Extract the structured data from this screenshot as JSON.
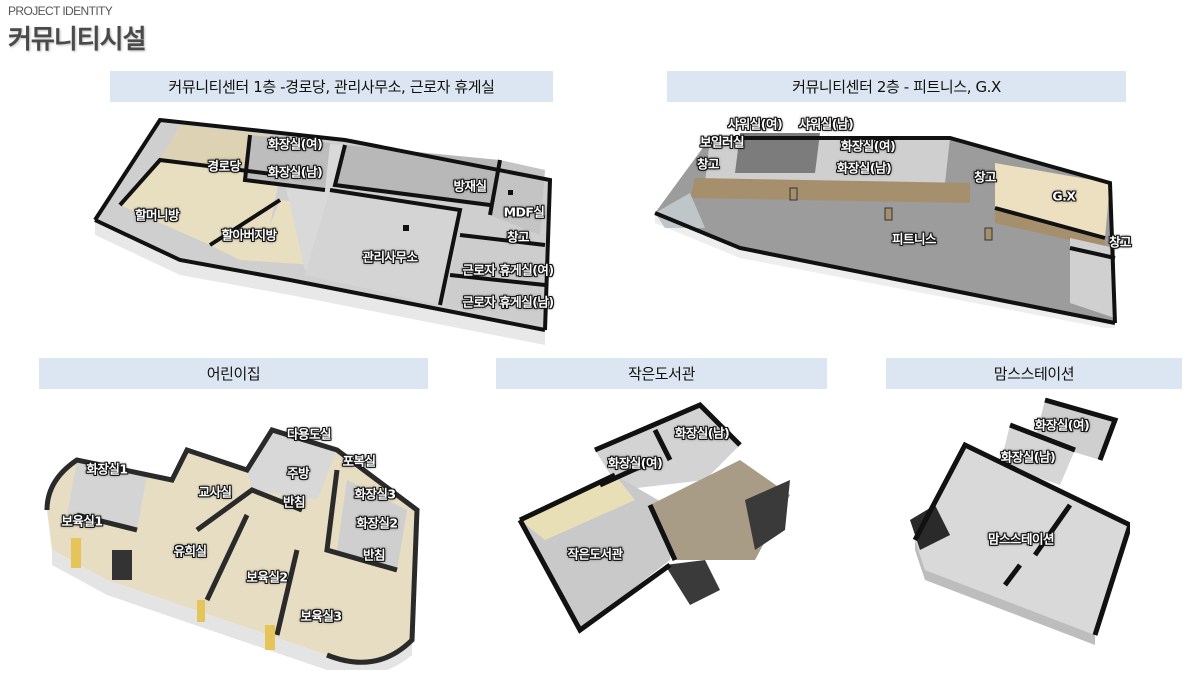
{
  "header": {
    "eyebrow": "PROJECT IDENTITY",
    "title": "커뮤니티시설"
  },
  "sections": [
    {
      "id": "floor1",
      "title": "커뮤니티센터 1층 -경로당, 관리사무소, 근로자 휴게실",
      "rooms": [
        "화장실(여)",
        "경로당",
        "화장실(남)",
        "할머니방",
        "할아버지방",
        "방재실",
        "MDF실",
        "창고",
        "관리사무소",
        "근로자 휴게실(여)",
        "근로자 휴게실(남)"
      ]
    },
    {
      "id": "floor2",
      "title": "커뮤니티센터 2층 - 피트니스, G.X",
      "rooms": [
        "샤워실(여)",
        "샤워실(남)",
        "보일러실",
        "화장실(여)",
        "창고",
        "화장실(남)",
        "창고",
        "G.X",
        "피트니스",
        "창고"
      ]
    },
    {
      "id": "daycare",
      "title": "어린이집",
      "rooms": [
        "다용도실",
        "포복실",
        "화장실1",
        "주방",
        "교사실",
        "화장실3",
        "반침",
        "보육실1",
        "화장실2",
        "유희실",
        "반침",
        "보육실2",
        "보육실3"
      ]
    },
    {
      "id": "library",
      "title": "작은도서관",
      "rooms": [
        "화장실(남)",
        "화장실(여)",
        "작은도서관"
      ]
    },
    {
      "id": "momstation",
      "title": "맘스스테이션",
      "rooms": [
        "화장실(여)",
        "화장실(남)",
        "맘스스테이션"
      ]
    }
  ],
  "colors": {
    "header_bg": "#dce6f2",
    "wall": "#1a1a1a",
    "floor_beige": "#e9e0c4",
    "floor_gray": "#9a9a9a",
    "floor_tile": "#d8d8d8",
    "floor_carpet": "#a89b84"
  }
}
